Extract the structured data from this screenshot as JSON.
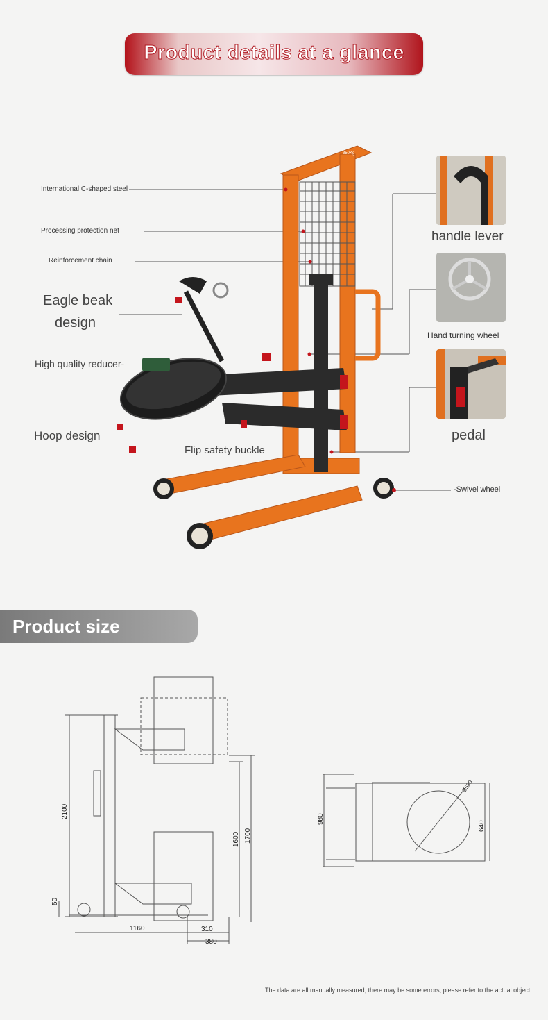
{
  "header": {
    "title": "Product details at a glance"
  },
  "callouts": {
    "steel": "International C-shaped steel",
    "net": "Processing protection net",
    "chain": "Reinforcement chain",
    "eagle1": "Eagle beak",
    "eagle2": "design",
    "reducer": "High quality reducer-",
    "hoop": "Hoop design",
    "buckle": "Flip safety buckle",
    "swivel": "-Swivel wheel",
    "handle": "handle lever",
    "wheel": "Hand turning wheel",
    "pedal": "pedal",
    "capacity": "350Kg"
  },
  "size_section": {
    "title": "Product size"
  },
  "dimensions": {
    "h2100": "2100",
    "h1600": "1600",
    "h1700": "1700",
    "h50": "50",
    "w1160": "1160",
    "w310": "310",
    "w380": "380",
    "d980": "980",
    "d640": "640",
    "dia": "Ø580"
  },
  "footer": {
    "note": "The data are all manually measured, there may be some errors, please refer to the actual object"
  },
  "colors": {
    "accent_red": "#b3121a",
    "frame_orange": "#e8741e",
    "banner_grey": "#8a8a8a"
  }
}
